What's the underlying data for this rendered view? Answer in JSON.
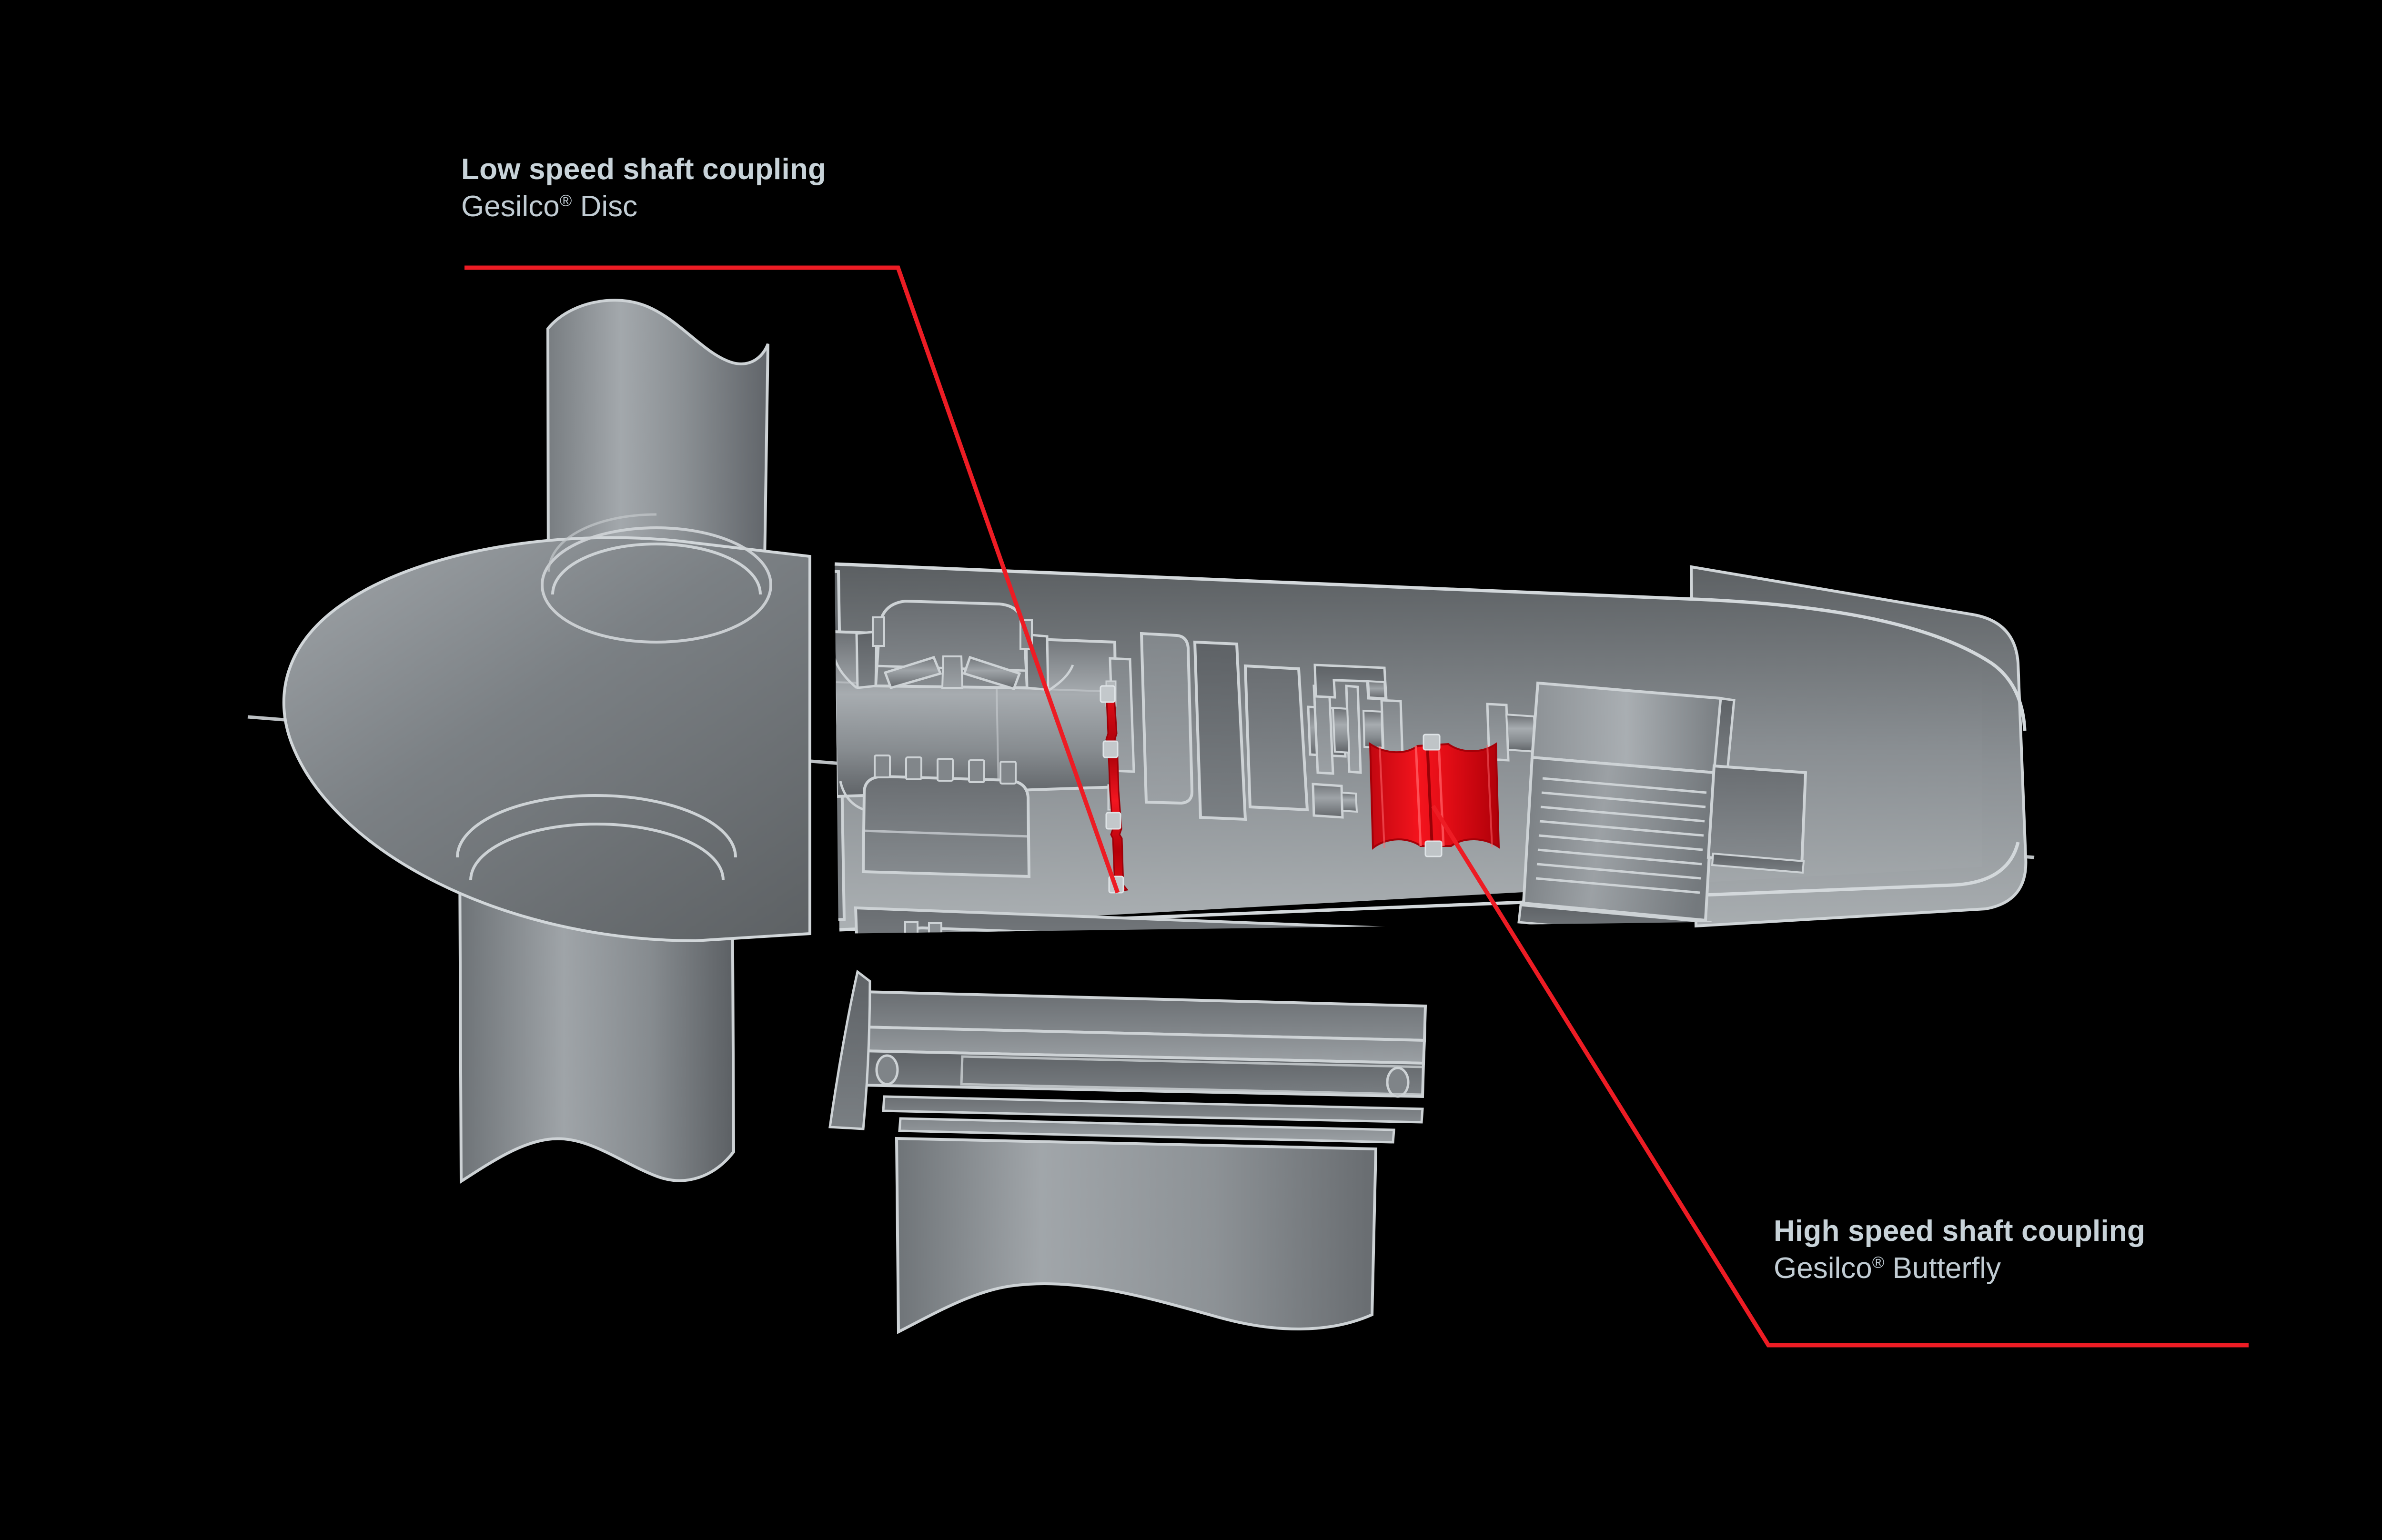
{
  "figure": {
    "kind": "technical-cutaway-illustration",
    "subject": "Wind turbine nacelle drivetrain cutaway",
    "background_color": "#000000",
    "accent_color": "#ed1c24",
    "label_color": "#c8d3d9",
    "metal_light": "#b9bec1",
    "metal_mid": "#8d9296",
    "metal_dark": "#55595c",
    "outline_color": "#d5dadd"
  },
  "callouts": [
    {
      "id": "low-speed",
      "title": "Low speed shaft coupling",
      "product": "Gesilco",
      "trademark": "®",
      "product_suffix": " Disc",
      "position": "upper-left",
      "leader_color": "#ed1c24"
    },
    {
      "id": "high-speed",
      "title": "High speed shaft coupling",
      "product": "Gesilco",
      "trademark": "®",
      "product_suffix": " Butterfly",
      "position": "lower-right",
      "leader_color": "#ed1c24"
    }
  ],
  "highlighted_parts": [
    {
      "name": "low-speed-shaft-coupling-disc",
      "color": "#ed1c24",
      "shape": "thin-disc-pack"
    },
    {
      "name": "high-speed-shaft-coupling-butterfly",
      "color": "#ed1c24",
      "shape": "hourglass-butterfly"
    }
  ],
  "components": [
    "rotor-hub-nose-cone",
    "blade-root-upper",
    "blade-root-lower",
    "main-shaft",
    "main-bearing-housing",
    "tapered-roller-bearing",
    "gearbox-housing",
    "bedplate-frame",
    "yaw-bearing",
    "tower",
    "brake-disc",
    "high-speed-shaft",
    "generator",
    "generator-terminal-box",
    "generator-cooling-fins",
    "generator-support-frame",
    "nacelle-cover",
    "rotor-axis-centerline"
  ]
}
